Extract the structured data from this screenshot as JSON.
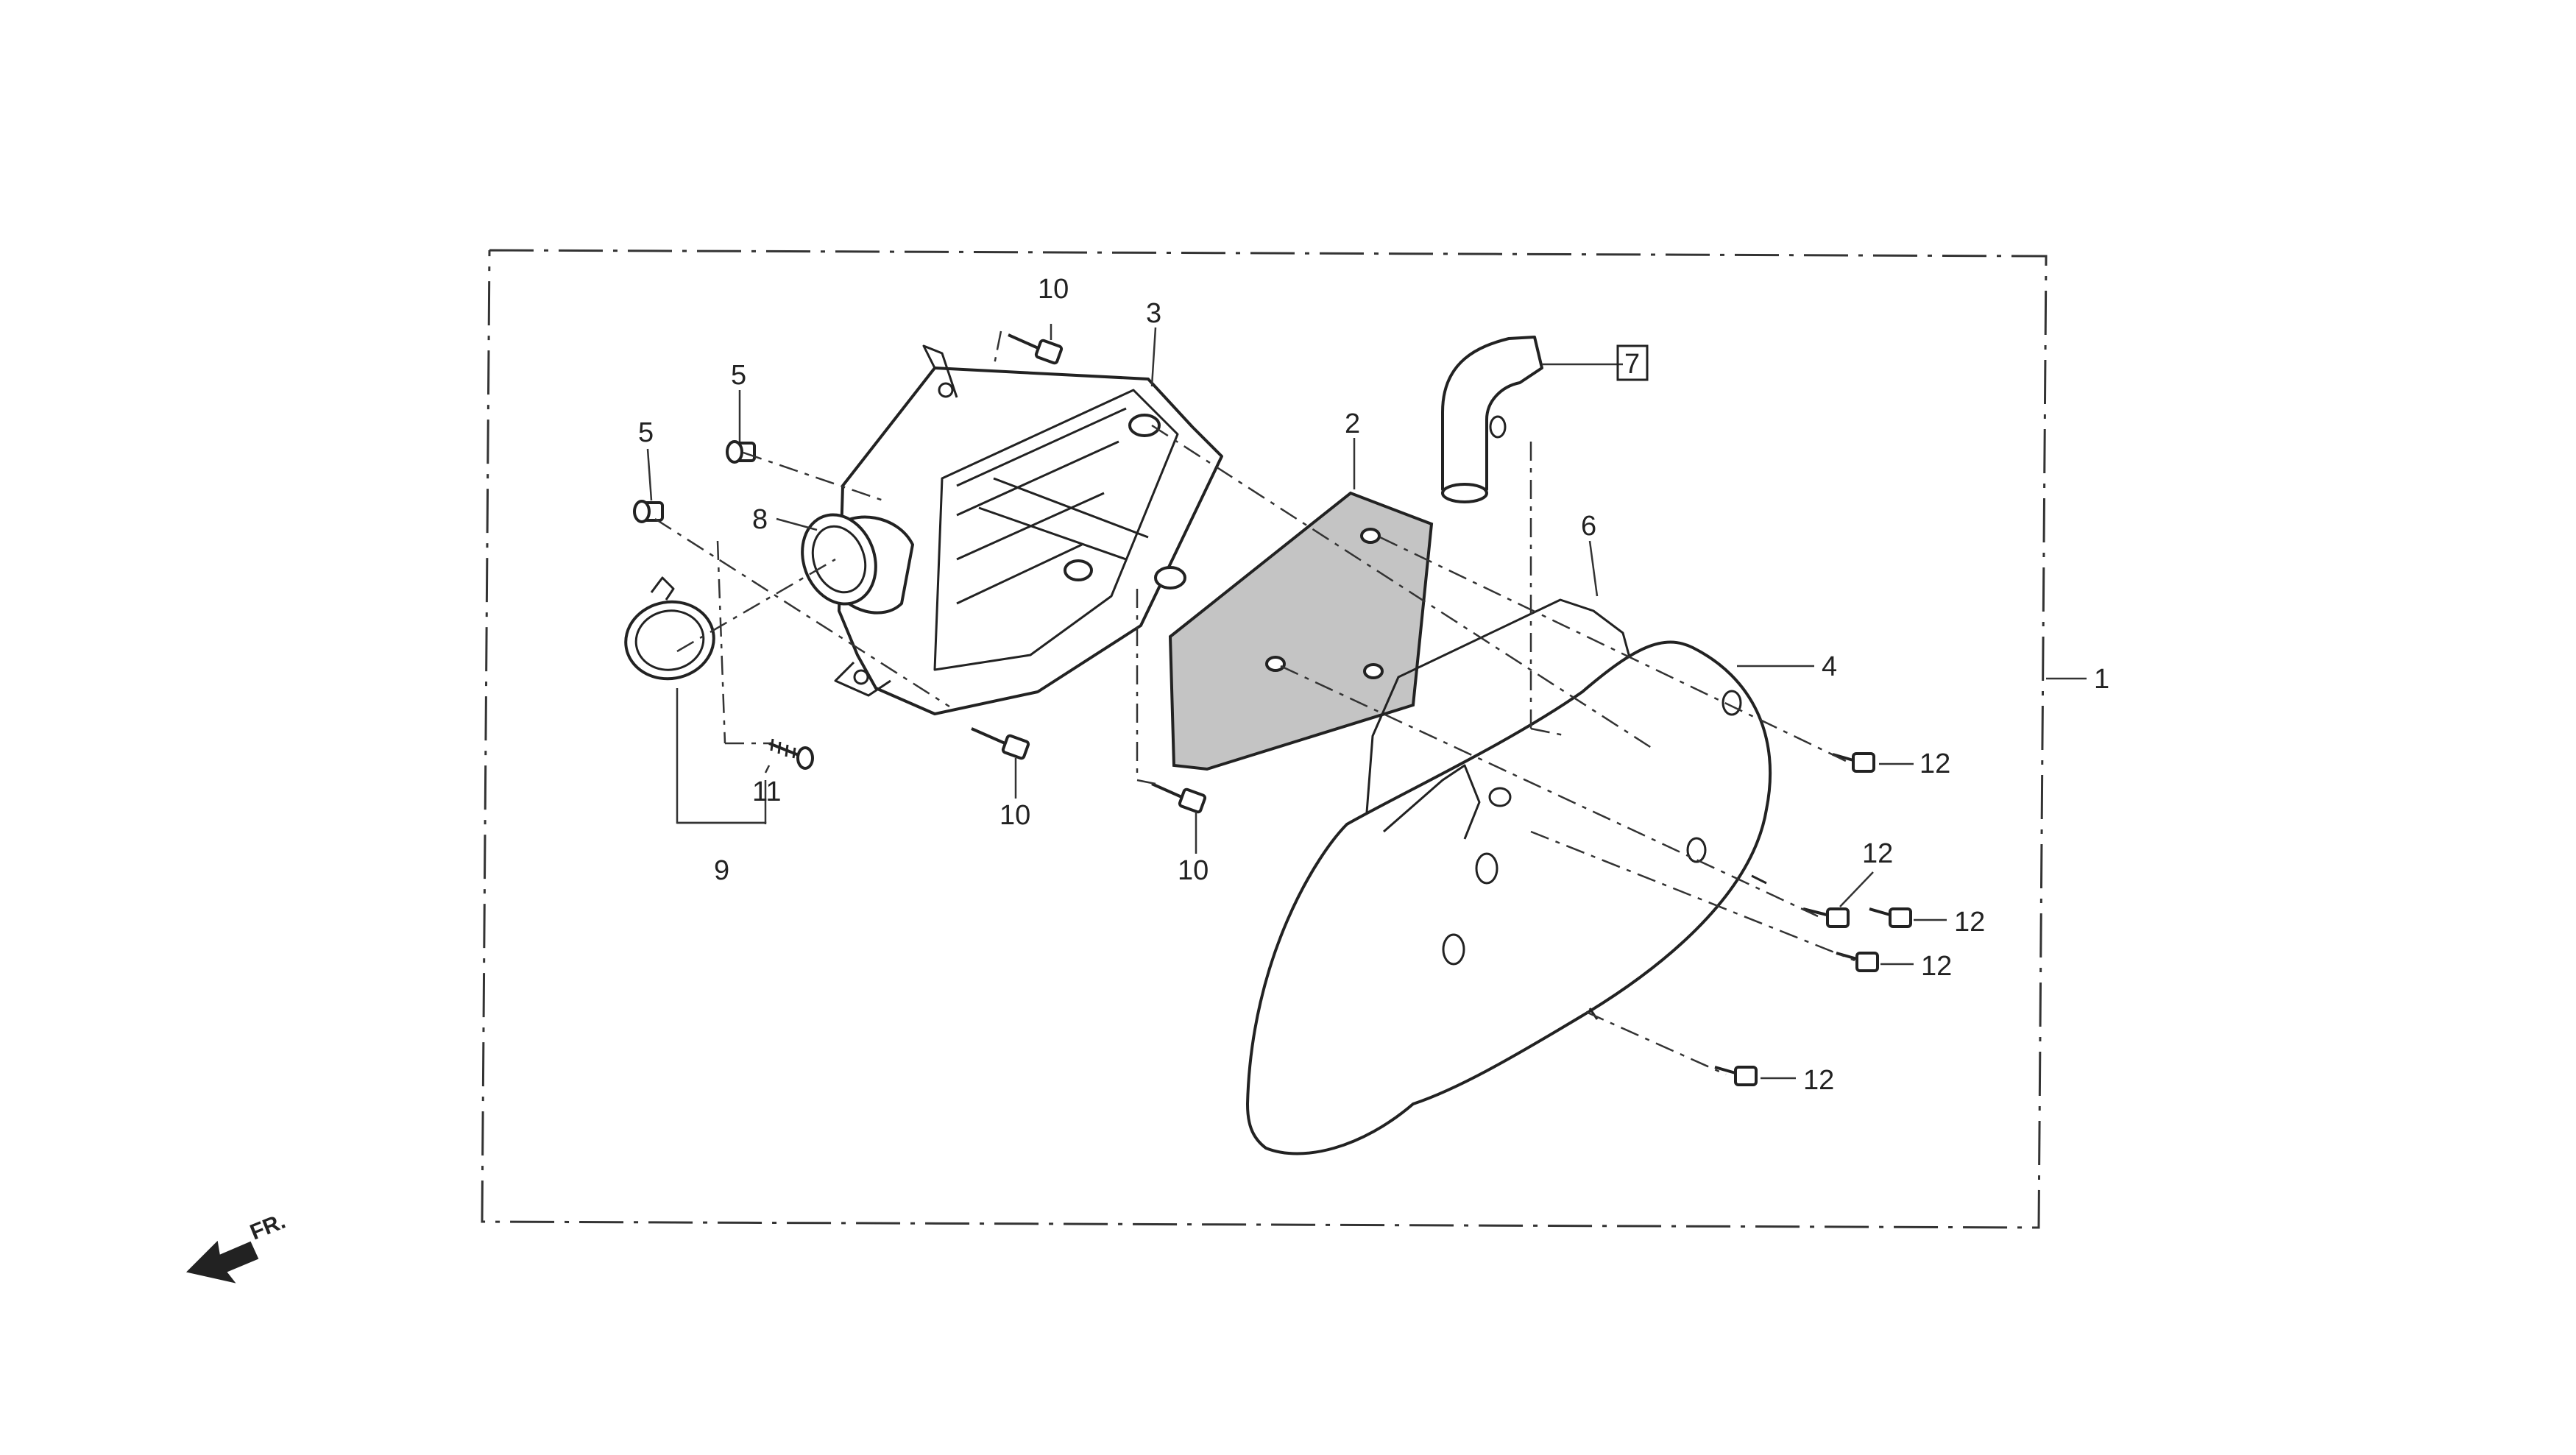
{
  "callouts": {
    "c1": "1",
    "c2": "2",
    "c3": "3",
    "c4": "4",
    "c5a": "5",
    "c5b": "5",
    "c6": "6",
    "c7": "7",
    "c8": "8",
    "c9": "9",
    "c10a": "10",
    "c10b": "10",
    "c10c": "10",
    "c11": "11",
    "c12a": "12",
    "c12b": "12",
    "c12c": "12",
    "c12d": "12",
    "c12e": "12"
  },
  "front_indicator": "FR.",
  "colors": {
    "line": "#222222",
    "filter_fill": "#c4c4c4",
    "background": "#ffffff"
  }
}
